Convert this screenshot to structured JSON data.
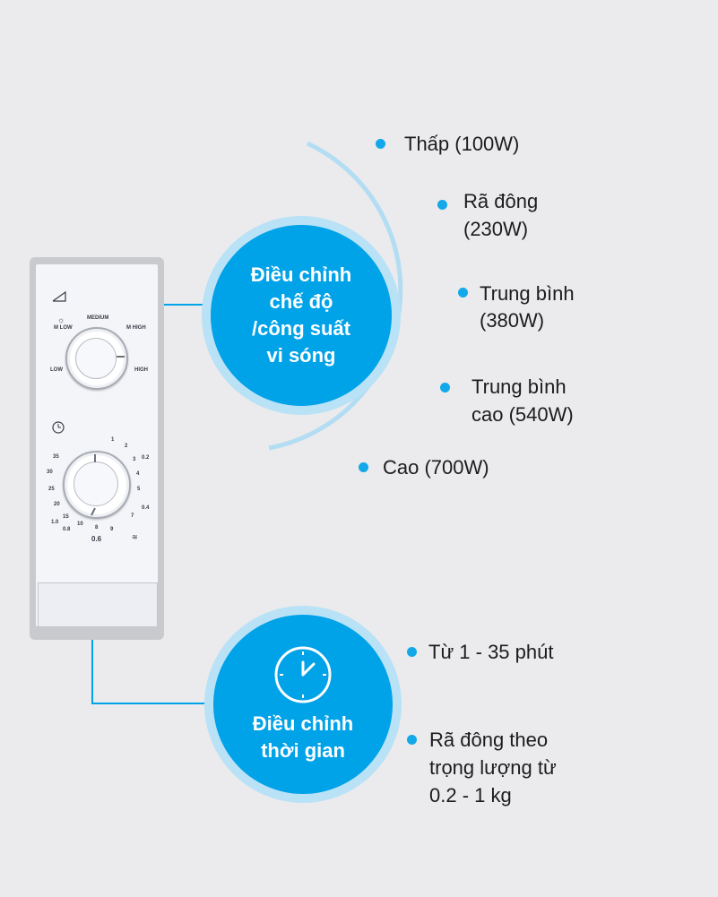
{
  "panel": {
    "power_knob": {
      "labels": {
        "m_low": "M LOW",
        "medium": "MEDIUM",
        "m_high": "M HIGH",
        "low": "LOW",
        "high": "HIGH"
      }
    },
    "timer_knob": {
      "labels": [
        "1",
        "2",
        "0.2",
        "3",
        "4",
        "5",
        "0.4",
        "7",
        "9",
        "8",
        "10",
        "15",
        "0.6",
        "0.8",
        "1.0",
        "20",
        "25",
        "30",
        "35"
      ]
    }
  },
  "power_callout": {
    "lines": [
      "Điều chỉnh",
      "chế độ",
      "/công suất",
      "vi sóng"
    ],
    "options": [
      {
        "lines": [
          "Thấp (100W)"
        ]
      },
      {
        "lines": [
          "Rã đông",
          "(230W)"
        ]
      },
      {
        "lines": [
          "Trung bình",
          "(380W)"
        ]
      },
      {
        "lines": [
          "Trung bình",
          "cao (540W)"
        ]
      },
      {
        "lines": [
          "Cao (700W)"
        ]
      }
    ]
  },
  "timer_callout": {
    "lines": [
      "Điều chỉnh",
      "thời gian"
    ],
    "icon": "clock-icon",
    "options": [
      {
        "lines": [
          "Từ 1 - 35 phút"
        ]
      },
      {
        "lines": [
          "Rã đông theo",
          "trọng lượng từ",
          "0.2 - 1 kg"
        ]
      }
    ]
  },
  "colors": {
    "accent": "#00a2e8",
    "halo": "#b9e2f6",
    "connector": "#00a2e8",
    "arc": "#b3ddf3"
  }
}
